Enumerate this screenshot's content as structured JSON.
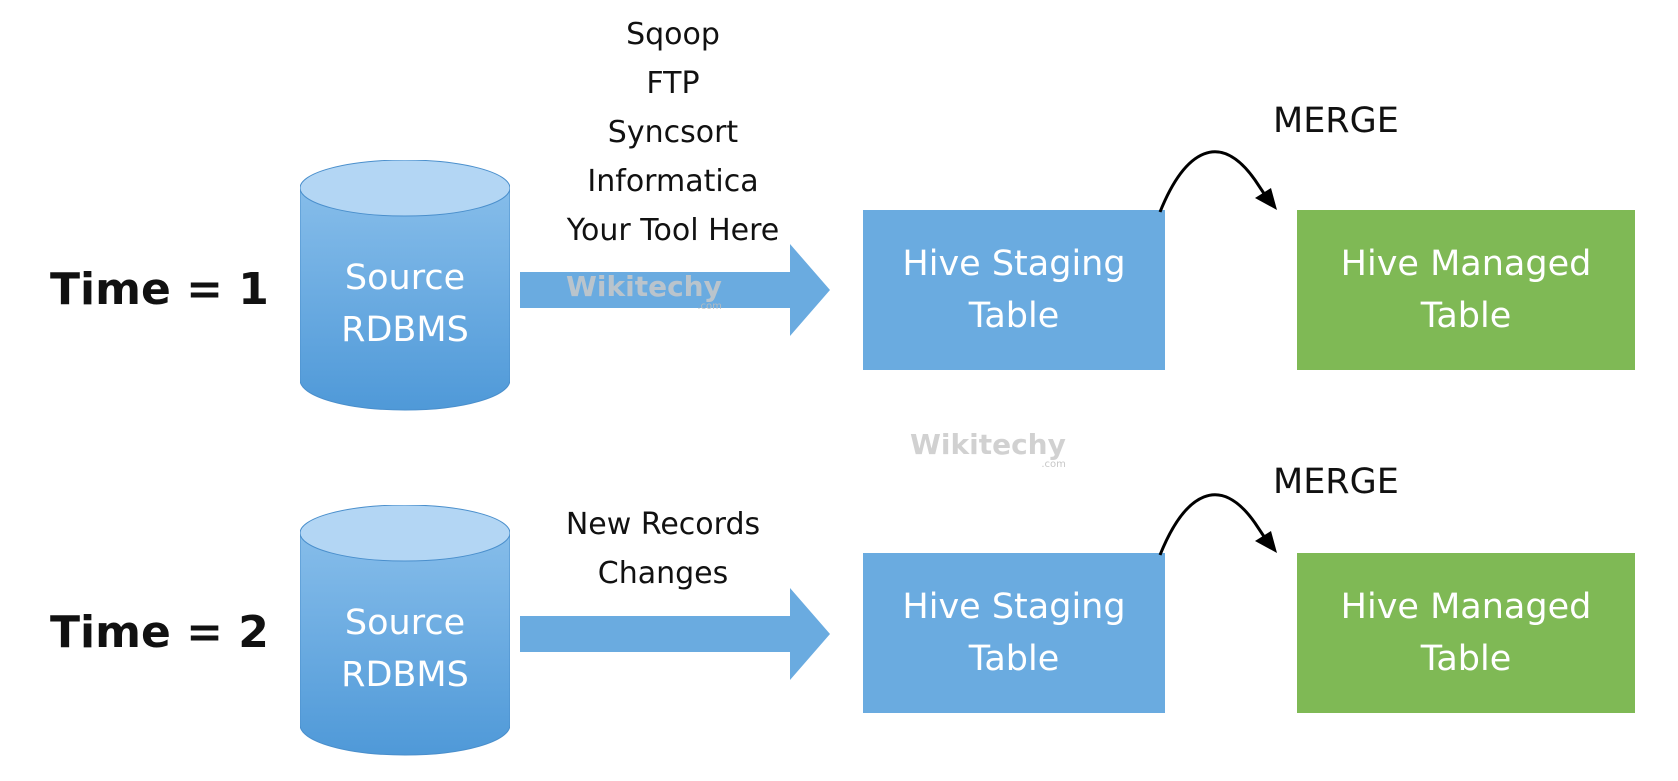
{
  "colors": {
    "cylinder_top": "#a9d0f2",
    "cylinder_body": "#5ea5df",
    "arrow": "#6aabe0",
    "staging_box": "#6aabe0",
    "managed_box": "#7fb955",
    "merge_curve": "#000000"
  },
  "rows": [
    {
      "time_label": "Time = 1",
      "source": {
        "line1": "Source",
        "line2": "RDBMS"
      },
      "transfer_lines": [
        "Sqoop",
        "FTP",
        "Syncsort",
        "Informatica",
        "Your Tool Here"
      ],
      "staging": {
        "line1": "Hive Staging",
        "line2": "Table"
      },
      "merge_label": "MERGE",
      "managed": {
        "line1": "Hive Managed",
        "line2": "Table"
      }
    },
    {
      "time_label": "Time = 2",
      "source": {
        "line1": "Source",
        "line2": "RDBMS"
      },
      "transfer_lines": [
        "New Records",
        "Changes"
      ],
      "staging": {
        "line1": "Hive Staging",
        "line2": "Table"
      },
      "merge_label": "MERGE",
      "managed": {
        "line1": "Hive Managed",
        "line2": "Table"
      }
    }
  ],
  "watermark": {
    "text": "Wikitechy",
    "sub": ".com"
  }
}
